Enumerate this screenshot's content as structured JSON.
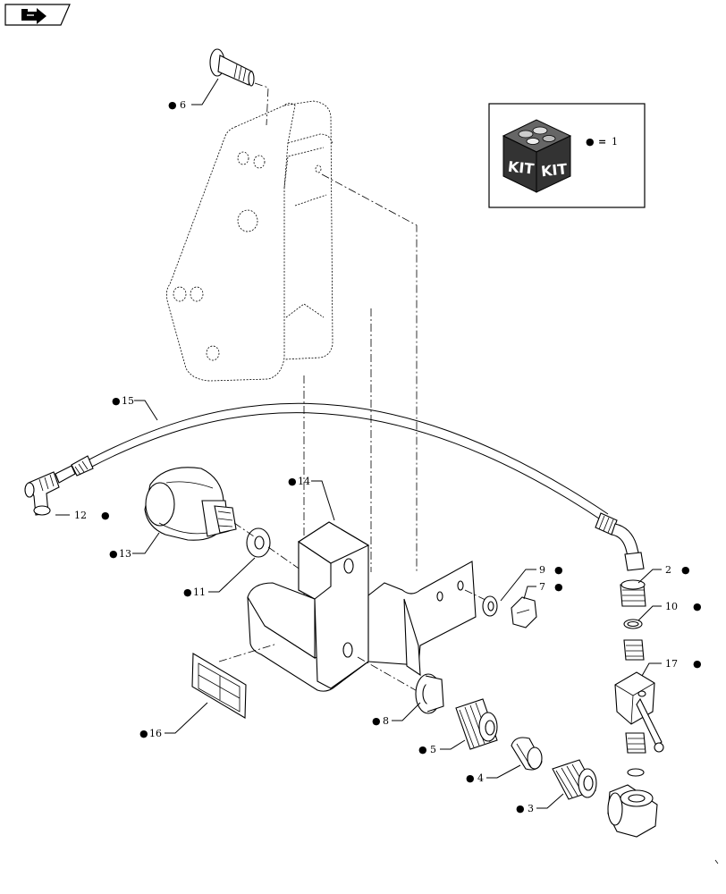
{
  "nav": {
    "icon": "back-arrow-icon"
  },
  "kit_legend": {
    "box_text_left": "KIT",
    "box_text_right": "KIT",
    "marker": "●",
    "equals": "=",
    "quantity": "1"
  },
  "callouts": {
    "p1": "2",
    "p2": "3",
    "p3": "4",
    "p4": "5",
    "p5": "6",
    "p6": "7",
    "p7": "8",
    "p8": "9",
    "p9": "10",
    "p10": "11",
    "p11": "12",
    "p12": "13",
    "p13": "14",
    "p14": "15",
    "p15": "16",
    "p16": "17"
  },
  "marker_symbol": "●"
}
